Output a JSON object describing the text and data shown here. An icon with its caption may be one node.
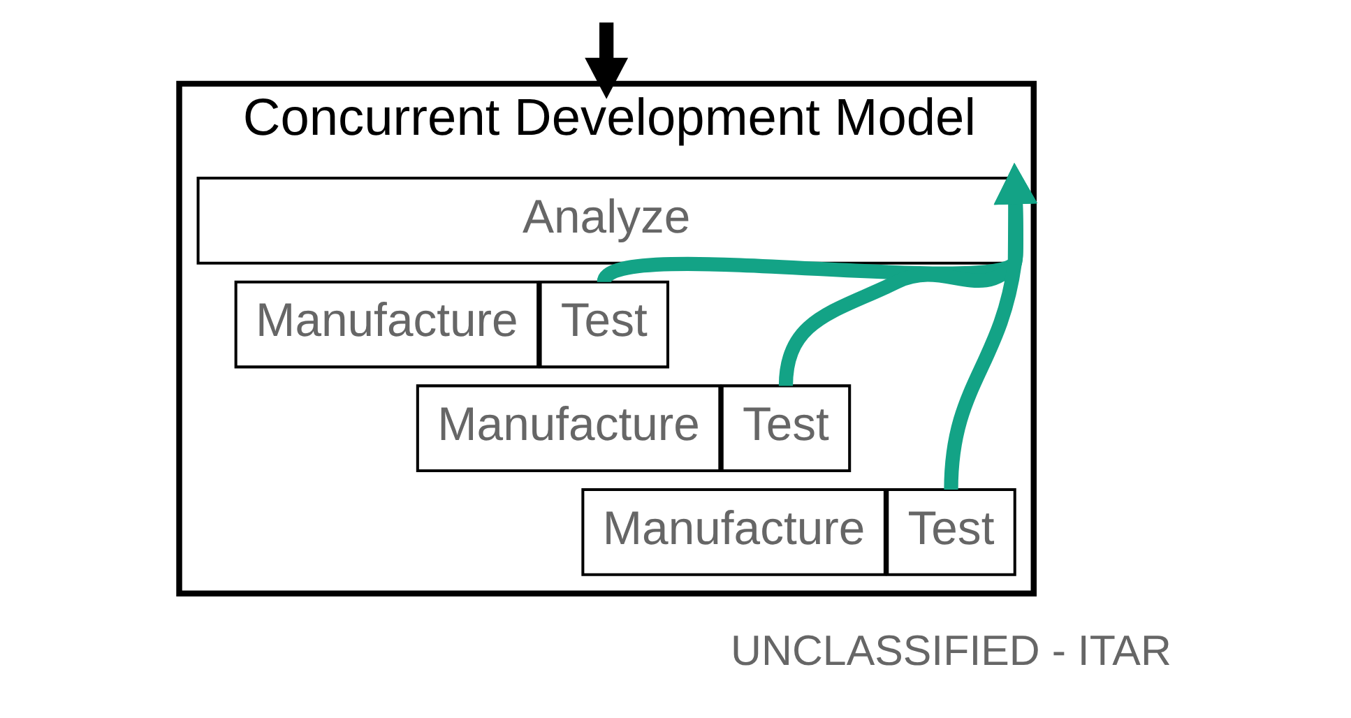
{
  "diagram": {
    "nodes": [
      {
        "text": [
          "Concurrent Development Model"
        ]
      },
      {
        "text": [
          "Analyze"
        ],
        "in": 0
      },
      {
        "text": [
          "Manufacture"
        ],
        "in": 0
      },
      {
        "text": [
          "Test"
        ],
        "in": 0
      },
      {
        "text": [
          "Manufacture"
        ],
        "in": 0
      },
      {
        "text": [
          "Test"
        ],
        "in": 0
      },
      {
        "text": [
          "Manufacture"
        ],
        "in": 0
      },
      {
        "text": [
          "Test"
        ],
        "in": 0
      }
    ],
    "edges": [
      {
        "from": null,
        "to": 0,
        "arrow": "to",
        "color": "#000000"
      },
      {
        "from": 3,
        "to": 1,
        "arrow": "to"
      },
      {
        "from": 5,
        "to": 1,
        "arrow": "to"
      },
      {
        "from": 7,
        "to": 1,
        "arrow": "to"
      }
    ],
    "labels": [
      "UNCLASSIFIED - ITAR"
    ]
  }
}
